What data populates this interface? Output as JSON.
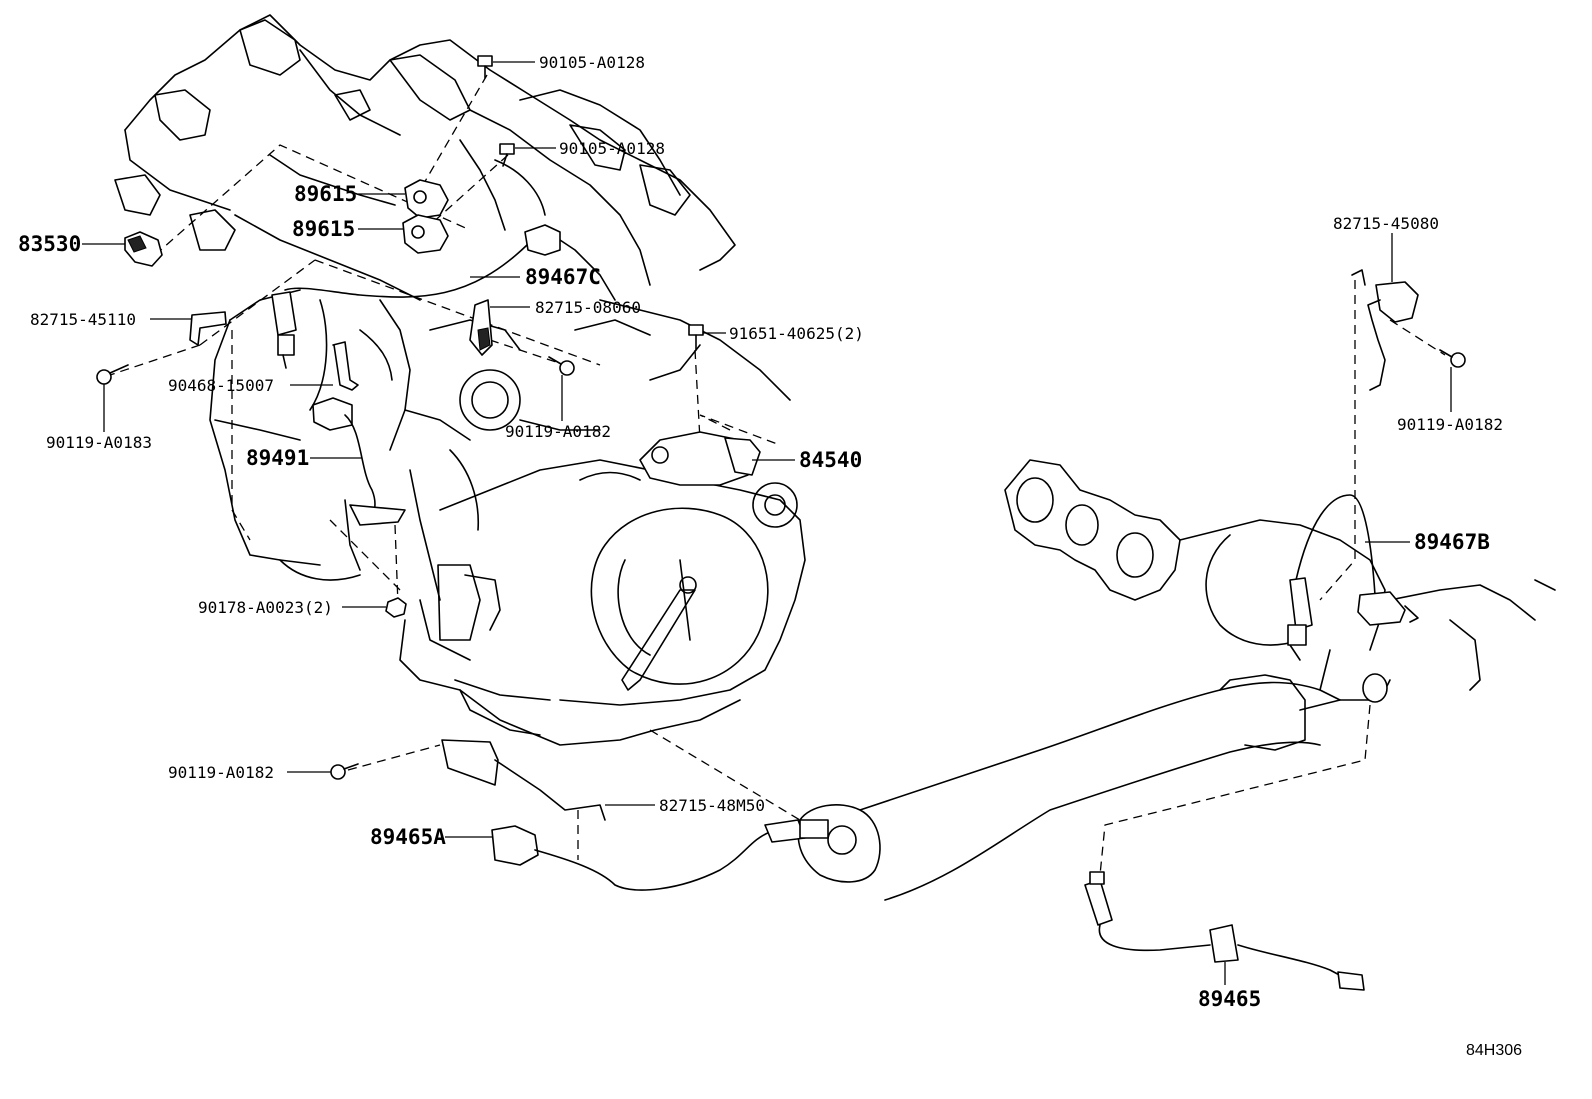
{
  "diagram": {
    "ref_code": "84H306",
    "labels": {
      "p90105_a": "90105-A0128",
      "p90105_b": "90105-A0128",
      "p89615_a": "89615",
      "p89615_b": "89615",
      "p83530": "83530",
      "p89467c": "89467C",
      "p82715_08060": "82715-08060",
      "p82715_45110": "82715-45110",
      "p91651": "91651-40625(2)",
      "p90468": "90468-15007",
      "p90119_a0183": "90119-A0183",
      "p90119_a0182_mid": "90119-A0182",
      "p89491": "89491",
      "p84540": "84540",
      "p90178": "90178-A0023(2)",
      "p82715_45080": "82715-45080",
      "p90119_a0182_right": "90119-A0182",
      "p89467b": "89467B",
      "p90119_a0182_low": "90119-A0182",
      "p82715_48m50": "82715-48M50",
      "p89465a": "89465A",
      "p89465": "89465"
    }
  }
}
